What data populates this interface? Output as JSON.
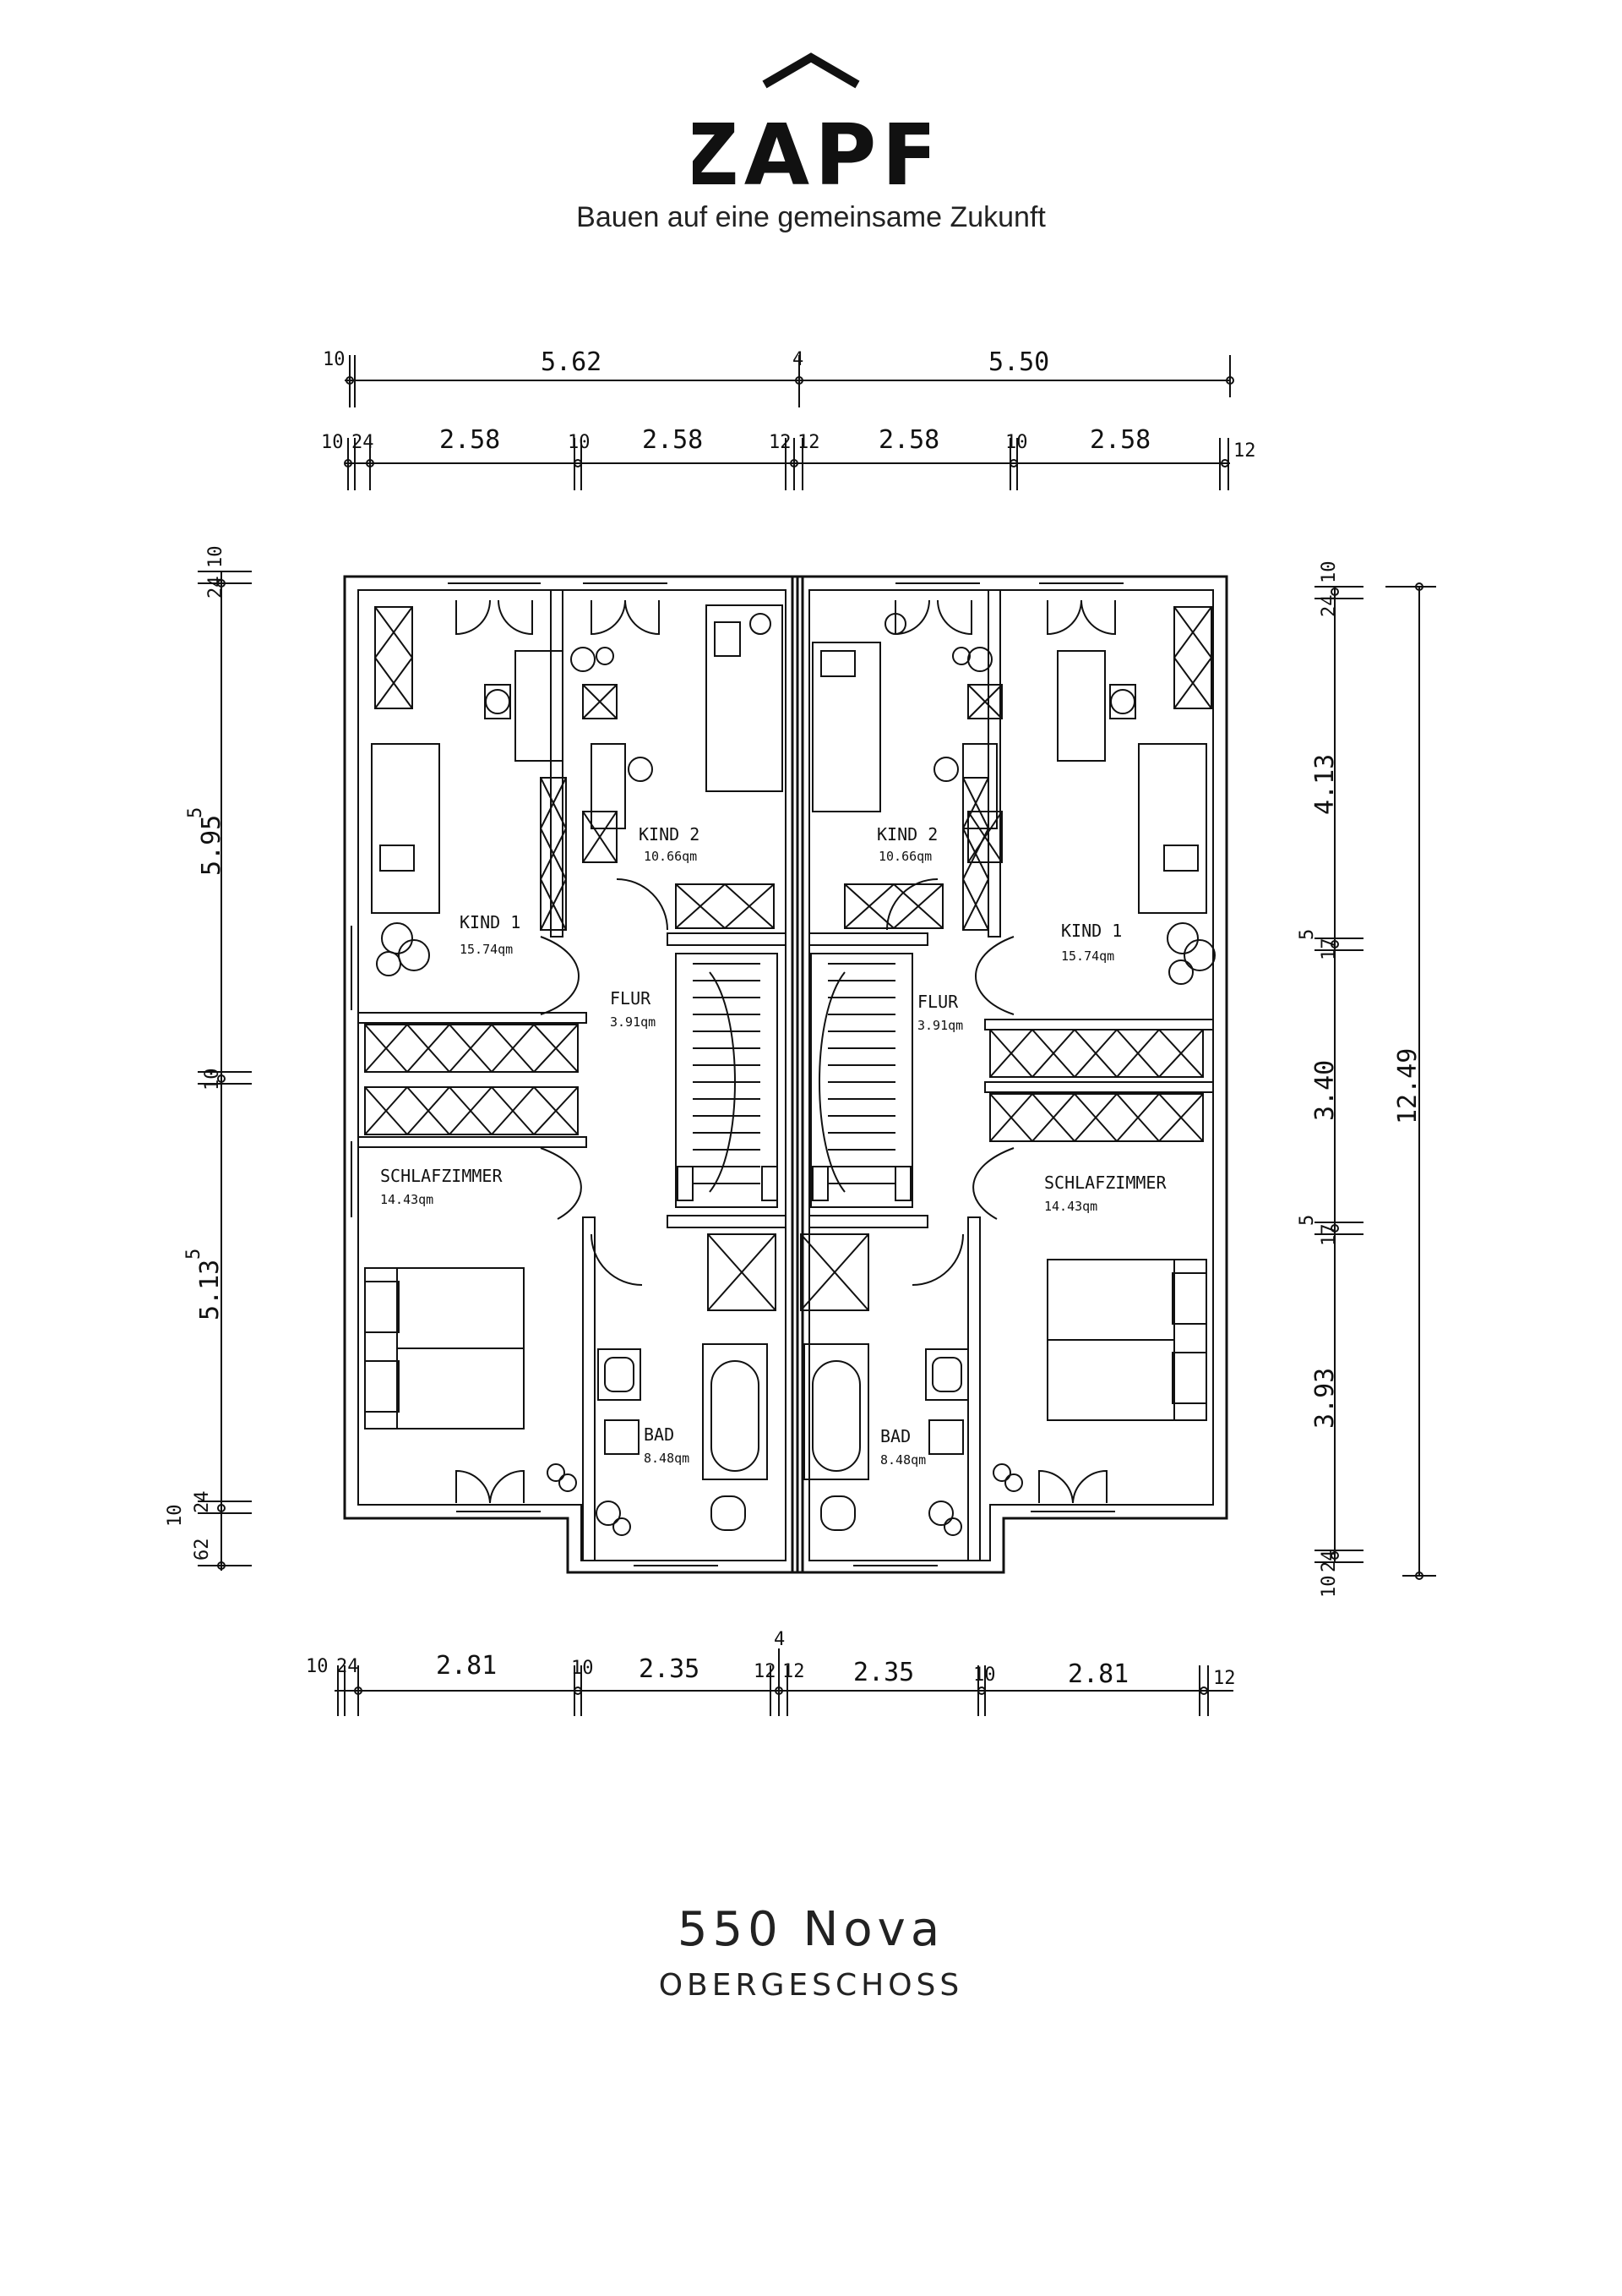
{
  "brand": {
    "name": "ZAPF",
    "tagline": "Bauen auf eine gemeinsame Zukunft"
  },
  "title": {
    "model": "550 Nova",
    "floor": "OBERGESCHOSS"
  },
  "rooms": {
    "kind1_left": {
      "name": "KIND 1",
      "area": "15.74qm"
    },
    "kind2_left": {
      "name": "KIND 2",
      "area": "10.66qm"
    },
    "kind2_right": {
      "name": "KIND 2",
      "area": "10.66qm"
    },
    "kind1_right": {
      "name": "KIND 1",
      "area": "15.74qm"
    },
    "flur_left": {
      "name": "FLUR",
      "area": "3.91qm"
    },
    "flur_right": {
      "name": "FLUR",
      "area": "3.91qm"
    },
    "schlaf_left": {
      "name": "SCHLAFZIMMER",
      "area": "14.43qm"
    },
    "schlaf_right": {
      "name": "SCHLAFZIMMER",
      "area": "14.43qm"
    },
    "bad_left": {
      "name": "BAD",
      "area": "8.48qm"
    },
    "bad_right": {
      "name": "BAD",
      "area": "8.48qm"
    }
  },
  "dimensions": {
    "top_overall": [
      "10",
      "5.62",
      "4",
      "5.50"
    ],
    "top_detail": [
      "10",
      "24",
      "2.58",
      "10",
      "2.58",
      "12",
      "12",
      "2.58",
      "10",
      "2.58",
      "12"
    ],
    "bottom": [
      "10",
      "24",
      "2.81",
      "10",
      "2.35",
      "12",
      "12",
      "2.35",
      "10",
      "2.81",
      "12",
      "4"
    ],
    "left": [
      "24",
      "10",
      "5.95",
      "5",
      "10",
      "5.13",
      "5",
      "10",
      "24",
      "62"
    ],
    "right_inner": [
      "24",
      "10",
      "4.13",
      "17",
      "5",
      "3.40",
      "17",
      "5",
      "3.93",
      "10",
      "24"
    ],
    "right_overall": "12.49"
  }
}
